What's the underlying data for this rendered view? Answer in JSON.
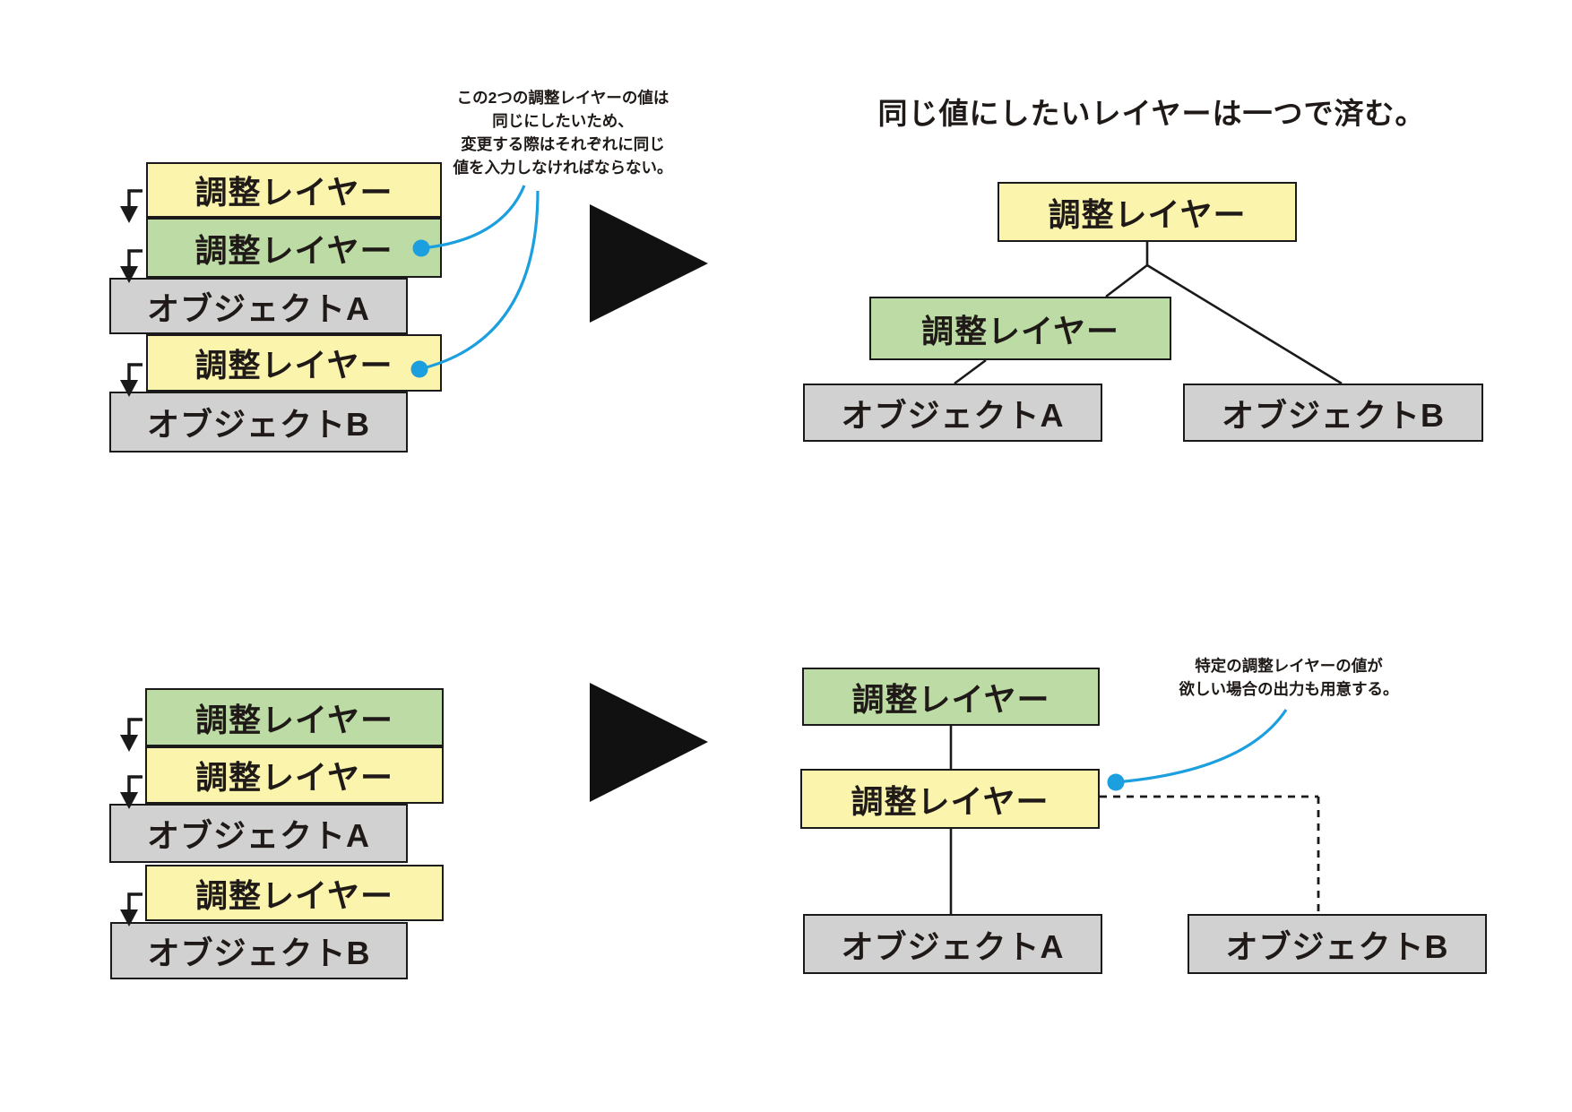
{
  "colors": {
    "yellow": "#faf4ad",
    "green": "#bddba4",
    "gray": "#d1d1d1",
    "blue": "#1b9fde",
    "ink": "#1f1a17"
  },
  "top_left_stack": {
    "layers": [
      {
        "label": "調整レイヤー",
        "type": "yellow"
      },
      {
        "label": "調整レイヤー",
        "type": "green"
      },
      {
        "label": "オブジェクトA",
        "type": "gray"
      },
      {
        "label": "調整レイヤー",
        "type": "yellow"
      },
      {
        "label": "オブジェクトB",
        "type": "gray"
      }
    ]
  },
  "top_annotation": {
    "line1": "この2つの調整レイヤーの値は",
    "line2": "同じにしたいため、",
    "line3": "変更する際はそれぞれに同じ",
    "line4": "値を入力しなければならない。"
  },
  "top_right": {
    "title": "同じ値にしたいレイヤーは一つで済む。",
    "root_label": "調整レイヤー",
    "child_label": "調整レイヤー",
    "leaf_a_label": "オブジェクトA",
    "leaf_b_label": "オブジェクトB"
  },
  "bottom_left_stack": {
    "layers": [
      {
        "label": "調整レイヤー",
        "type": "green"
      },
      {
        "label": "調整レイヤー",
        "type": "yellow"
      },
      {
        "label": "オブジェクトA",
        "type": "gray"
      },
      {
        "label": "調整レイヤー",
        "type": "yellow"
      },
      {
        "label": "オブジェクトB",
        "type": "gray"
      }
    ]
  },
  "bottom_right": {
    "root_label": "調整レイヤー",
    "mid_label": "調整レイヤー",
    "leaf_a_label": "オブジェクトA",
    "leaf_b_label": "オブジェクトB",
    "annotation_line1": "特定の調整レイヤーの値が",
    "annotation_line2": "欲しい場合の出力も用意する。"
  }
}
